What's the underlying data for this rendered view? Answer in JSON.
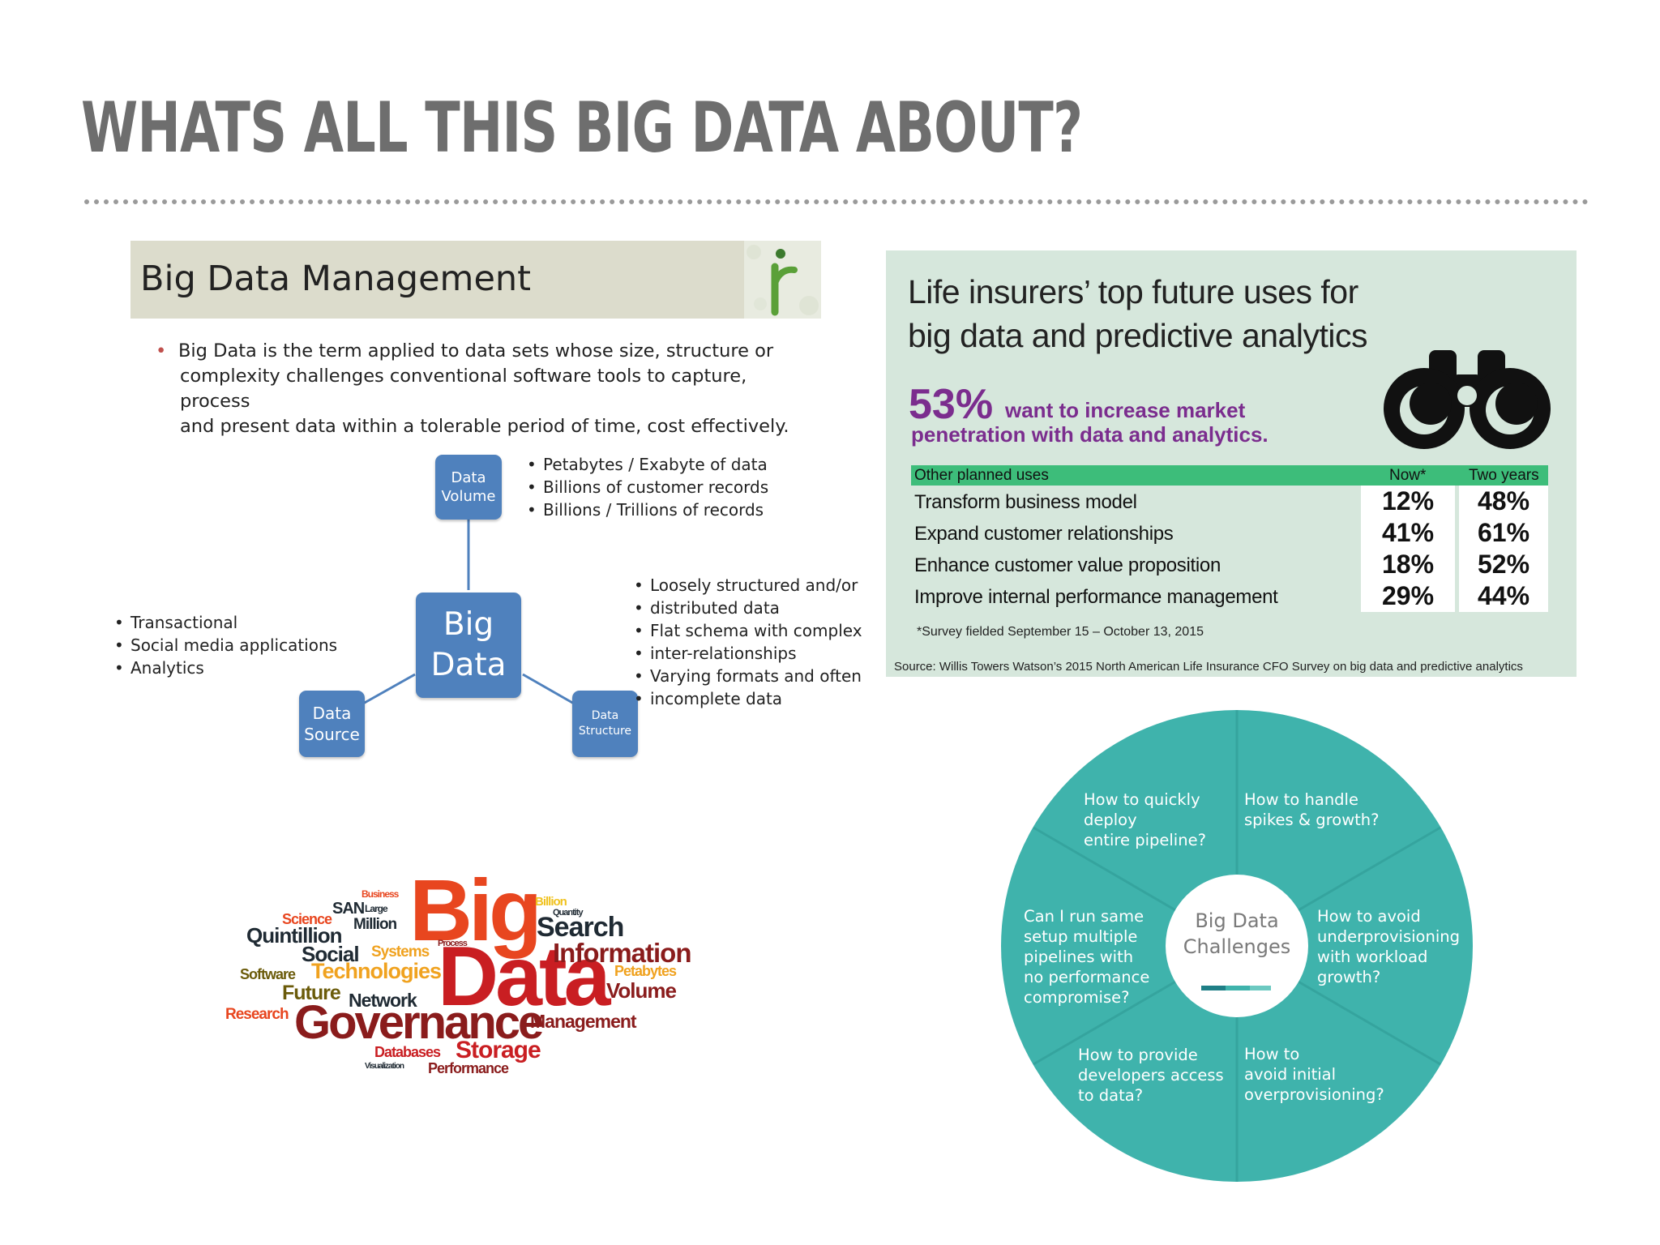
{
  "slide": {
    "title": "WHATS ALL THIS BIG DATA ABOUT?"
  },
  "bdm": {
    "title": "Big Data Management",
    "logo_letter": "r",
    "bullet_marker": "•",
    "definition_lines": [
      "Big Data is the term applied to data sets whose size, structure or",
      "complexity challenges conventional software tools to capture, process",
      "and present data within a tolerable period of time, cost effectively."
    ],
    "diagram": {
      "center": [
        "Big",
        "Data"
      ],
      "volume": [
        "Data",
        "Volume"
      ],
      "source": [
        "Data",
        "Source"
      ],
      "structure": [
        "Data",
        "Structure"
      ],
      "volume_bullets": [
        "Petabytes / Exabyte of data",
        "Billions of customer records",
        "Billions / Trillions of records"
      ],
      "structure_bullets": [
        "Loosely structured and/or",
        "distributed data",
        "Flat schema with complex",
        "inter-relationships",
        "Varying formats and often",
        "incomplete data"
      ],
      "source_bullets": [
        "Transactional",
        "Social media applications",
        "Analytics"
      ]
    }
  },
  "insurers": {
    "title_lines": [
      "Life insurers’ top future uses for",
      "big data and predictive analytics"
    ],
    "headline_pct": "53%",
    "headline_line1": "want to increase market",
    "headline_line2": "penetration with data and analytics.",
    "icon": "binoculars-icon",
    "table": {
      "headers": [
        "Other planned uses",
        "Now*",
        "Two years"
      ],
      "rows": [
        {
          "label": "Transform business model",
          "now": "12%",
          "two_years": "48%"
        },
        {
          "label": "Expand customer relationships",
          "now": "41%",
          "two_years": "61%"
        },
        {
          "label": "Enhance customer value proposition",
          "now": "18%",
          "two_years": "52%"
        },
        {
          "label": "Improve internal performance management",
          "now": "29%",
          "two_years": "44%"
        }
      ]
    },
    "footnote": "*Survey fielded September 15 – October 13, 2015",
    "source": "Source: Willis Towers Watson’s 2015 North American Life Insurance CFO Survey on big data and predictive analytics"
  },
  "word_cloud": {
    "big": "Big",
    "data": "Data",
    "governance": "Governance",
    "search": "Search",
    "information": "Information",
    "technologies": "Technologies",
    "quintillion": "Quintillion",
    "social": "Social",
    "future": "Future",
    "network": "Network",
    "management": "Management",
    "storage": "Storage",
    "volume": "Volume",
    "databases": "Databases",
    "performance": "Performance",
    "research": "Research",
    "software": "Software",
    "science": "Science",
    "san": "SAN",
    "million": "Million",
    "petabytes": "Petabytes",
    "systems": "Systems",
    "business": "Business",
    "billion": "Billion",
    "quantity": "Quantity",
    "large": "Large",
    "visualization": "Visualization",
    "process": "Process"
  },
  "challenges": {
    "center": [
      "Big Data",
      "Challenges"
    ],
    "segments": [
      [
        "How to quickly",
        "deploy",
        "entire pipeline?"
      ],
      [
        "How to handle",
        "spikes & growth?"
      ],
      [
        "How to avoid",
        "underprovisioning",
        "with workload",
        "growth?"
      ],
      [
        "How to",
        "avoid initial",
        "overprovisioning?"
      ],
      [
        "How to provide",
        "developers access",
        "to data?"
      ],
      [
        "Can I run same",
        "setup multiple",
        "pipelines with",
        "no performance",
        "compromise?"
      ]
    ],
    "colors": {
      "teal": "#3fb3ac",
      "accent_dark": "#1f7f86",
      "accent_light": "#6cc9c1"
    }
  }
}
